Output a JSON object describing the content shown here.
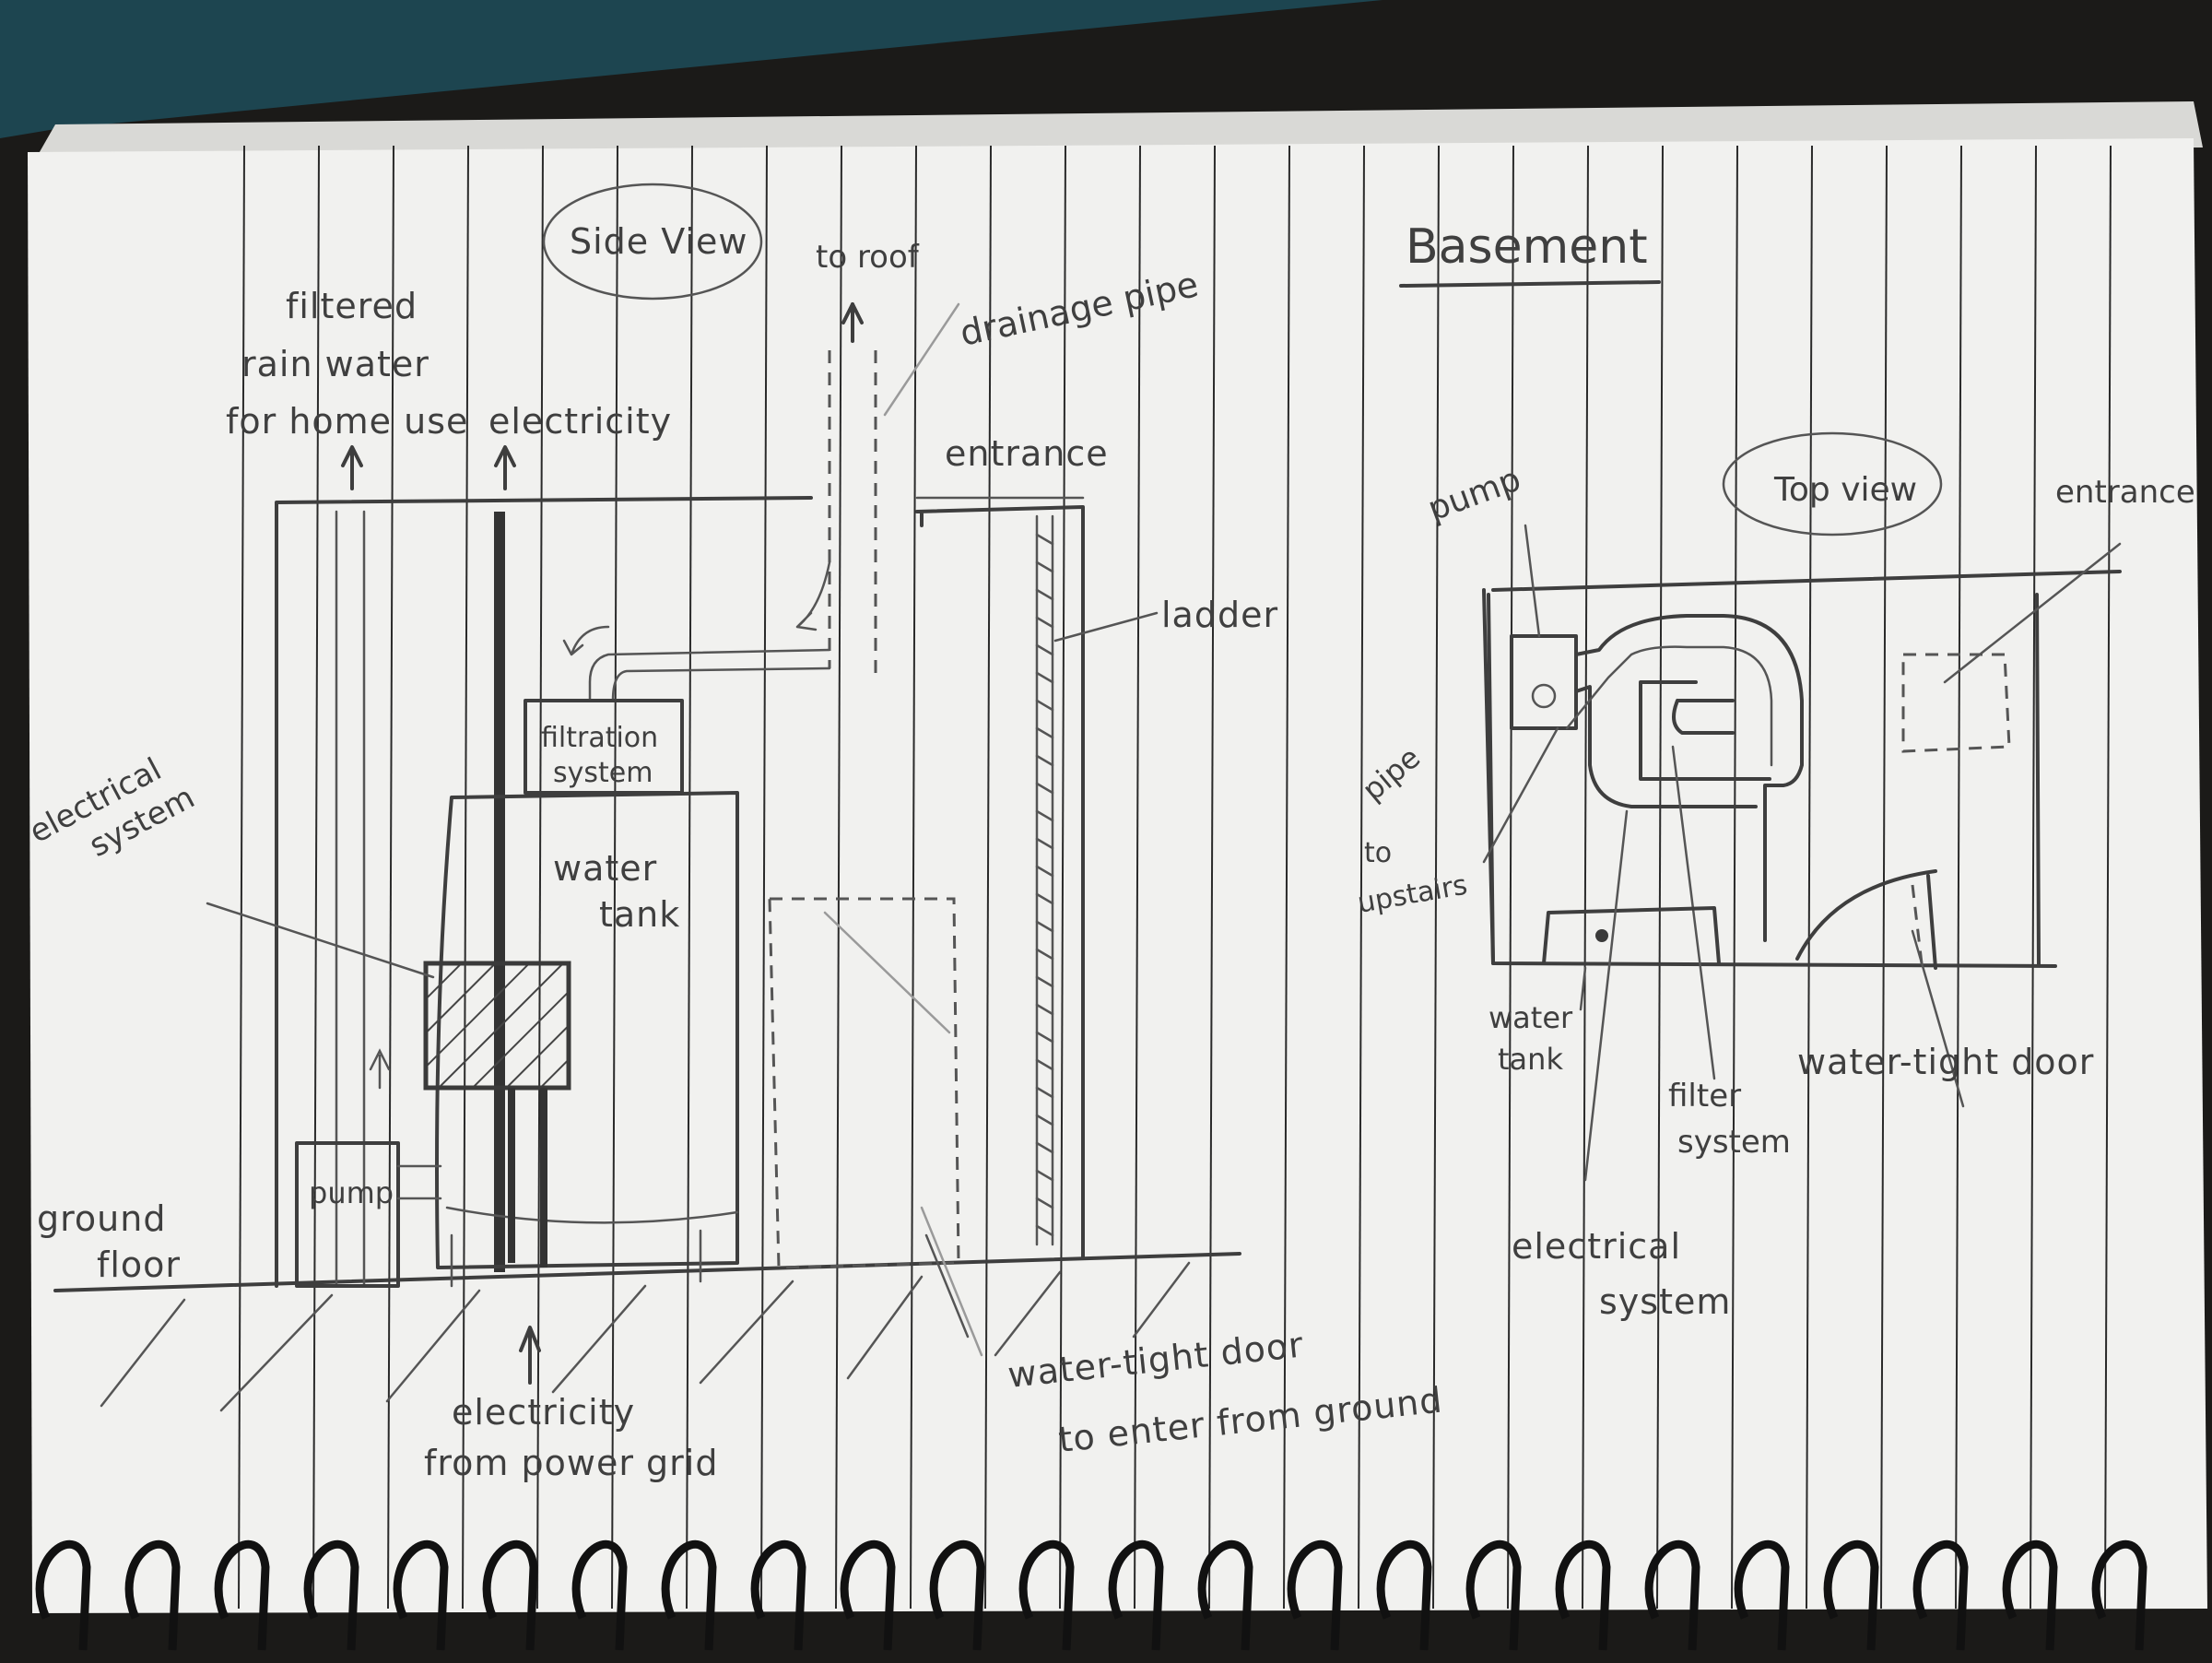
{
  "side_view": {
    "title": "Side View",
    "labels": {
      "to_roof": "to roof",
      "drainage_pipe": "drainage pipe",
      "filtered_water_1": "filtered",
      "filtered_water_2": "rain water",
      "filtered_water_3": "for home use",
      "electricity": "electricity",
      "entrance": "entrance",
      "ladder": "ladder",
      "filtration_1": "filtration",
      "filtration_2": "system",
      "electrical_1": "electrical",
      "electrical_2": "system",
      "water_tank_1": "water",
      "water_tank_2": "tank",
      "pump": "pump",
      "ground_1": "ground",
      "ground_2": "floor",
      "grid_1": "electricity",
      "grid_2": "from power grid",
      "door_1": "water-tight door",
      "door_2": "to enter from ground"
    }
  },
  "basement": {
    "title": "Basement",
    "subtitle": "Top view",
    "labels": {
      "pump": "pump",
      "entrance": "entrance",
      "pipe_1": "pipe",
      "pipe_2": "to",
      "pipe_3": "upstairs",
      "water_tank_1": "water",
      "water_tank_2": "tank",
      "filter_1": "filter",
      "filter_2": "system",
      "door": "water-tight door",
      "electrical_1": "electrical",
      "electrical_2": "system"
    }
  },
  "colors": {
    "paper": "#f1f1ef",
    "ink": "#3e3e3e",
    "rule": "#2a2a2a",
    "spiral": "#111111",
    "background": "#1b1a18"
  }
}
